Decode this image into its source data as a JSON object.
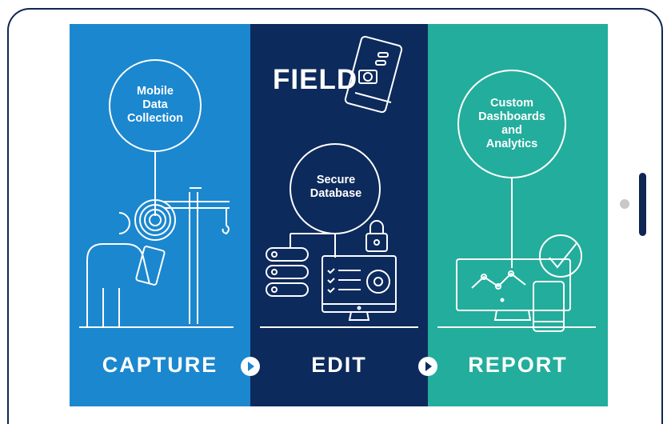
{
  "panels": {
    "capture": {
      "color": "#1b87cf",
      "circle_text": "Mobile\nData\nCollection",
      "label": "CAPTURE"
    },
    "edit": {
      "color": "#0d2a5c",
      "brand_title": "FIELD",
      "circle_text": "Secure\nDatabase",
      "label": "EDIT"
    },
    "report": {
      "color": "#23ad9c",
      "circle_text": "Custom\nDashboards\nand\nAnalytics",
      "label": "REPORT"
    }
  },
  "icons": [
    "crane-icon",
    "person-icon",
    "touch-icon",
    "phone-icon",
    "tablet-camera-icon",
    "server-icon",
    "lock-icon",
    "checklist-icon",
    "gear-icon",
    "monitor-icon",
    "chart-icon",
    "checkmark-icon"
  ],
  "device": {
    "frame_color": "#0f2553",
    "camera_color": "#c8c8c8"
  }
}
